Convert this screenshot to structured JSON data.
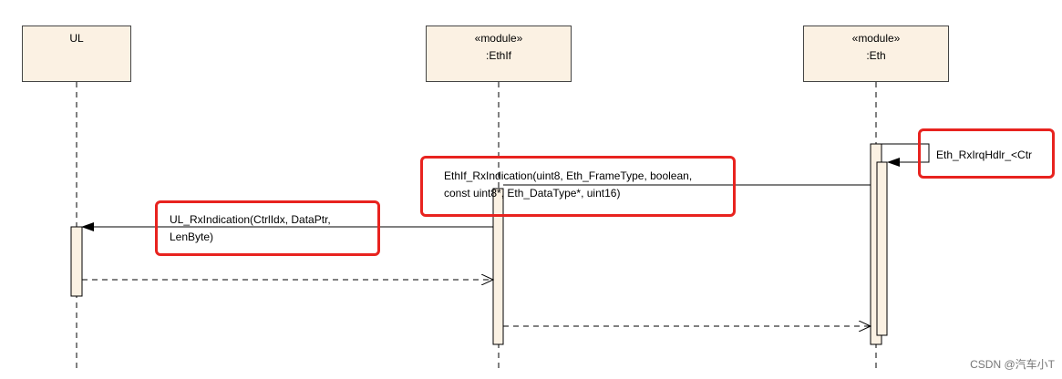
{
  "lifelines": {
    "ul": {
      "name": "UL"
    },
    "ethif": {
      "stereotype": "«module»",
      "name": ":EthIf"
    },
    "eth": {
      "stereotype": "«module»",
      "name": ":Eth"
    }
  },
  "messages": {
    "eth_self": "Eth_RxIrqHdlr_<Ctr",
    "ethif_line1": "EthIf_RxIndication(uint8, Eth_FrameType, boolean,",
    "ethif_line2": "const uint8*, Eth_DataType*, uint16)",
    "ul_line1": "UL_RxIndication(CtrlIdx, DataPtr,",
    "ul_line2": "LenByte)"
  },
  "watermark": "CSDN @汽车小T",
  "colors": {
    "box_fill": "#fbf1e3",
    "highlight": "#e8231f",
    "line": "#000000"
  }
}
